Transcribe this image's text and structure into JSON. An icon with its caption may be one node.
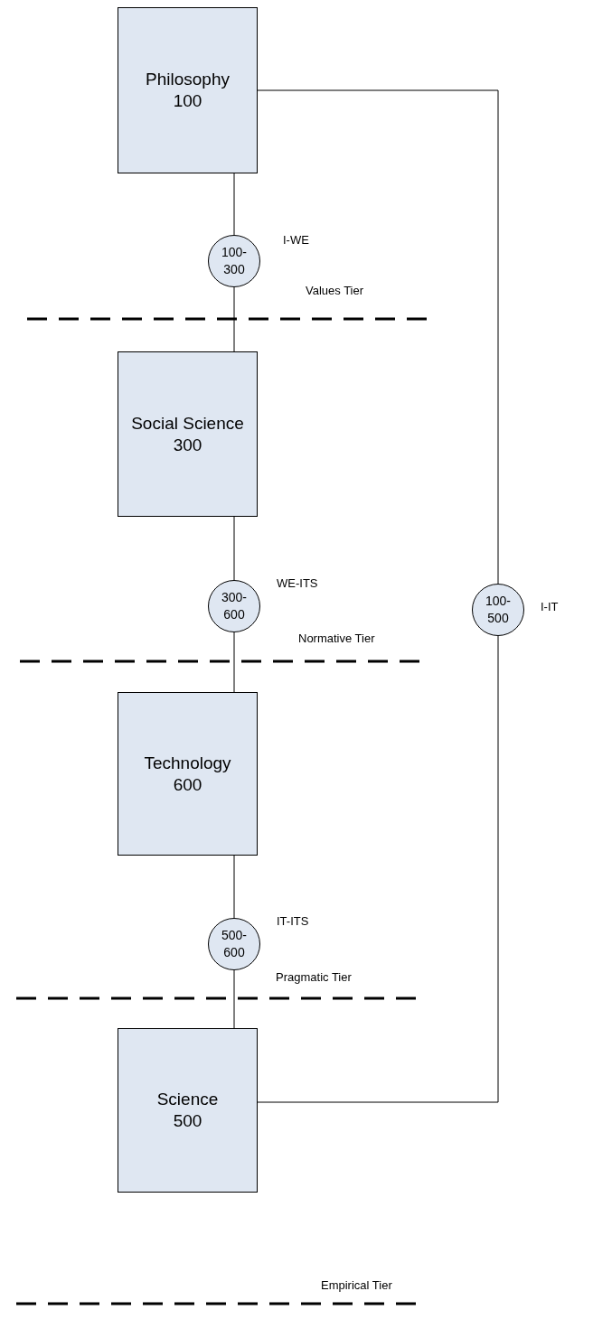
{
  "diagram": {
    "nodes": [
      {
        "text": [
          "Philosophy",
          "100"
        ]
      },
      {
        "text": [
          "100-300"
        ],
        "beside": [
          "I-WE"
        ]
      },
      {
        "text": [
          "Social Science",
          "300"
        ]
      },
      {
        "text": [
          "300-600"
        ],
        "beside": [
          "WE-ITS"
        ]
      },
      {
        "text": [
          "Technology",
          "600"
        ]
      },
      {
        "text": [
          "500-600"
        ],
        "beside": [
          "IT-ITS"
        ]
      },
      {
        "text": [
          "Science",
          "500"
        ]
      },
      {
        "text": [
          "100-500"
        ],
        "beside": [
          "I-IT"
        ]
      }
    ],
    "edges": [
      {
        "from": 0,
        "to": 1,
        "arrow": "none"
      },
      {
        "from": 1,
        "to": 2,
        "arrow": "none"
      },
      {
        "from": 2,
        "to": 3,
        "arrow": "none"
      },
      {
        "from": 3,
        "to": 4,
        "arrow": "none"
      },
      {
        "from": 4,
        "to": 5,
        "arrow": "none"
      },
      {
        "from": 5,
        "to": 6,
        "arrow": "none"
      },
      {
        "from": 0,
        "to": 7,
        "arrow": "none"
      },
      {
        "from": 7,
        "to": 6,
        "arrow": "none"
      }
    ],
    "labels": [
      "Values Tier",
      "Normative Tier",
      "Pragmatic Tier",
      "Empirical Tier"
    ]
  }
}
